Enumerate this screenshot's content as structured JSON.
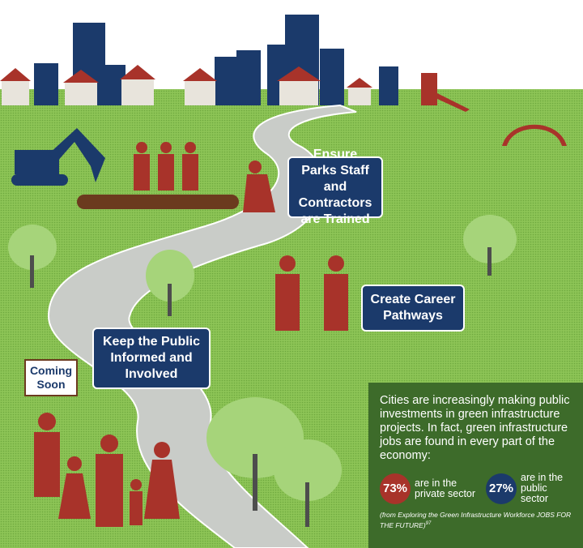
{
  "labels": {
    "trained": "Ensure Parks Staff and Contractors are Trained",
    "career": "Create Career Pathways",
    "public": "Keep the Public Informed and Involved",
    "sign": "Coming Soon"
  },
  "info": {
    "text": "Cities are increasingly making public investments in green infrastructure projects. In fact, green infrastructure jobs are found in every part of the economy:",
    "stats": [
      {
        "value": "73%",
        "desc": "are in the private sector",
        "color": "#a8332a"
      },
      {
        "value": "27%",
        "desc": "are in the public sector",
        "color": "#1b3a6b"
      }
    ],
    "source": "(from Exploring the Green Infrastructure Workforce JOBS FOR THE FUTURE)",
    "footnote": "97"
  },
  "colors": {
    "grass": "#8dc456",
    "navy": "#1b3a6b",
    "road": "#c9ccc8",
    "figure": "#a8332a",
    "panel": "#3d6b2a"
  }
}
